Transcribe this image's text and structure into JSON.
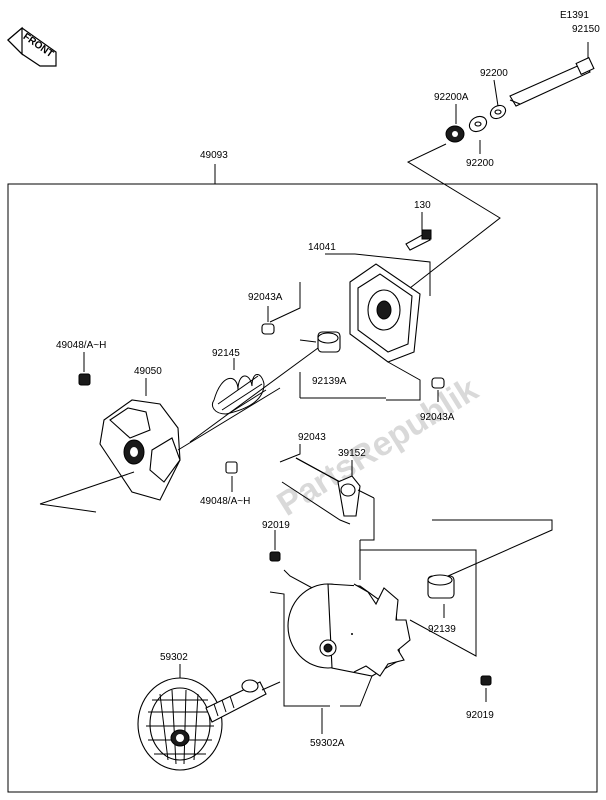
{
  "diagram_code": "E1391",
  "front_label": "FRONT",
  "watermark": "PartsRepublik",
  "callouts": {
    "p92150": "92150",
    "p92200_top": "92200",
    "p92200A": "92200A",
    "p92200_bottom": "92200",
    "p49093": "49093",
    "p130": "130",
    "p14041": "14041",
    "p92043A_left": "92043A",
    "p92145": "92145",
    "p92139A": "92139A",
    "p92043A_right": "92043A",
    "p49048_top": "49048/A~H",
    "p49050": "49050",
    "p49048_bottom": "49048/A~H",
    "p92043": "92043",
    "p39152": "39152",
    "p92019_left": "92019",
    "p92139": "92139",
    "p59302": "59302",
    "p59302A": "59302A",
    "p92019_right": "92019"
  }
}
